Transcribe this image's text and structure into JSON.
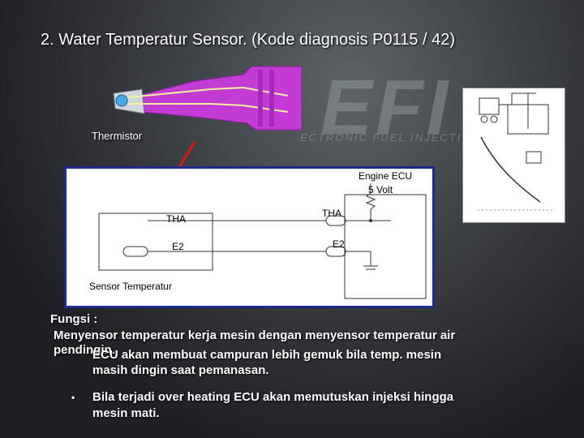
{
  "title": "2. Water Temperatur Sensor.  (Kode diagnosis P0115 / 42)",
  "background": {
    "efi_text": "EFI",
    "efi_subtitle": "ECTRONIC FUEL INJECTION"
  },
  "sensor_image": {
    "thermistor_label": "Thermistor"
  },
  "circuit_diagram": {
    "ecu_label_line1": "Engine ECU",
    "ecu_label_line2": "5 Volt",
    "sensor_tha": "THA",
    "sensor_e2": "E2",
    "ecu_tha": "THA",
    "ecu_e2": "E2",
    "sensor_caption": "Sensor Temperatur"
  },
  "description": {
    "heading": "Fungsi :",
    "intro_line1": "Menyensor temperatur kerja mesin dengan menyensor temperatur air",
    "intro_line2": "pendingin.",
    "bullets": [
      {
        "line1": "ECU akan membuat campuran lebih gemuk bila temp. mesin",
        "line2": "masih dingin saat pemanasan."
      },
      {
        "line1": "Bila terjadi over heating ECU akan memutuskan injeksi hingga",
        "line2": "mesin mati."
      }
    ]
  },
  "colors": {
    "sensor_body": "#c23bd4",
    "diagram_border": "#1d2a8a",
    "pointer_line": "#e01515"
  }
}
